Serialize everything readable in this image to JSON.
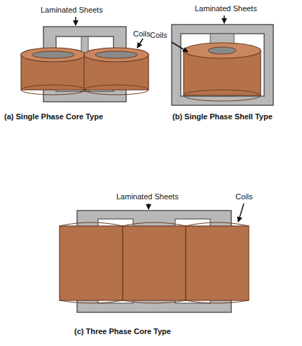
{
  "diagram": {
    "labels": [
      "Laminated Sheets",
      "Coils",
      "(a) Single Phase Core Type",
      "Laminated Sheets",
      "Coils",
      "(b) Single Phase Shell Type",
      "Laminated Sheets",
      "Coils",
      "(c) Three Phase Core Type"
    ]
  }
}
